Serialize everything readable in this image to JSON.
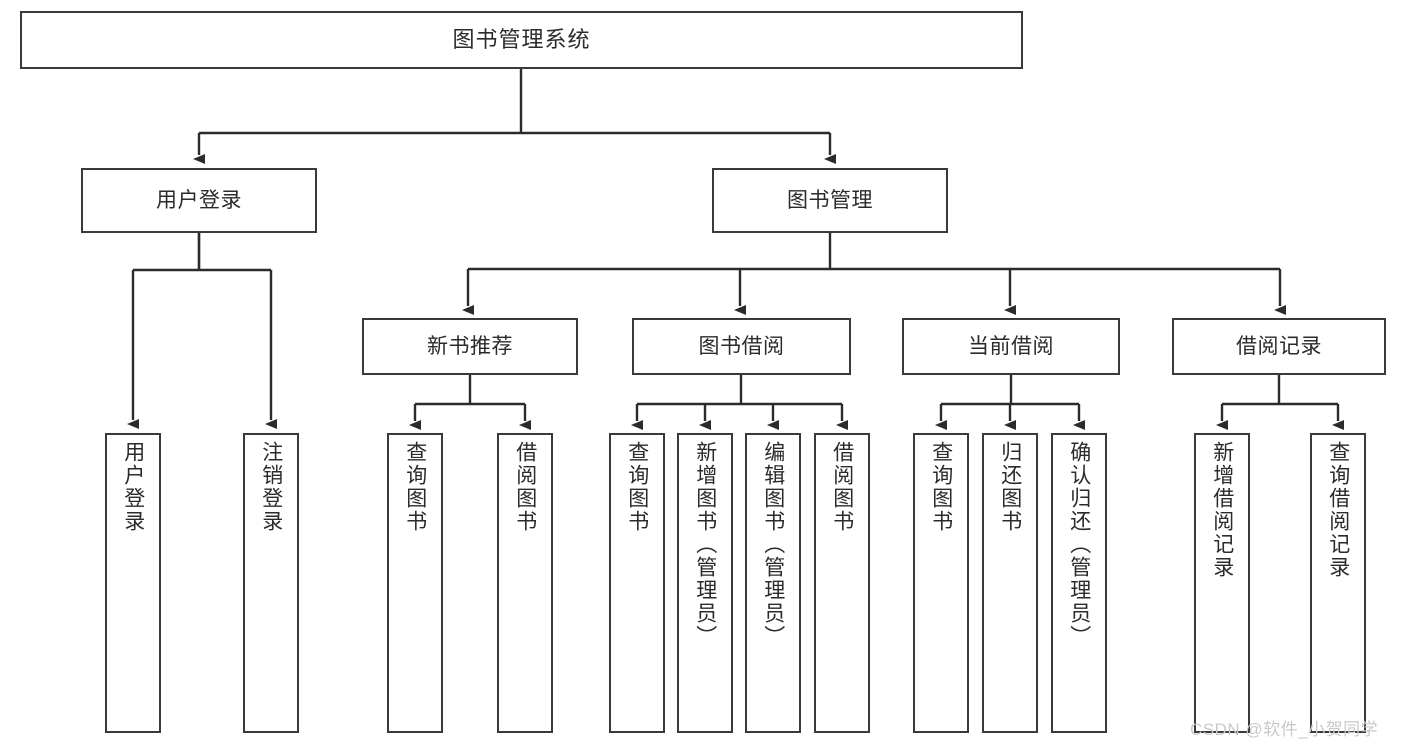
{
  "diagram": {
    "type": "tree-hierarchy",
    "title": "图书管理系统",
    "root": {
      "label": "图书管理系统"
    },
    "level2": [
      {
        "label": "用户登录"
      },
      {
        "label": "图书管理"
      }
    ],
    "level3": [
      {
        "label": "新书推荐"
      },
      {
        "label": "图书借阅"
      },
      {
        "label": "当前借阅"
      },
      {
        "label": "借阅记录"
      }
    ],
    "leaves": {
      "user_login": [
        {
          "label": "用户登录"
        },
        {
          "label": "注销登录"
        }
      ],
      "new_book_recommend": [
        {
          "label": "查询图书"
        },
        {
          "label": "借阅图书"
        }
      ],
      "book_borrow": [
        {
          "label": "查询图书"
        },
        {
          "label": "新增图书（管理员）"
        },
        {
          "label": "编辑图书（管理员）"
        },
        {
          "label": "借阅图书"
        }
      ],
      "current_borrow": [
        {
          "label": "查询图书"
        },
        {
          "label": "归还图书"
        },
        {
          "label": "确认归还（管理员）"
        }
      ],
      "borrow_record": [
        {
          "label": "新增借阅记录"
        },
        {
          "label": "查询借阅记录"
        }
      ]
    }
  },
  "watermark": {
    "text": "CSDN @软件_小贺同学"
  },
  "colors": {
    "box_border": "#3a3a3a",
    "text": "#2b2b2b",
    "background": "#ffffff",
    "watermark": "#c9c9c9"
  }
}
